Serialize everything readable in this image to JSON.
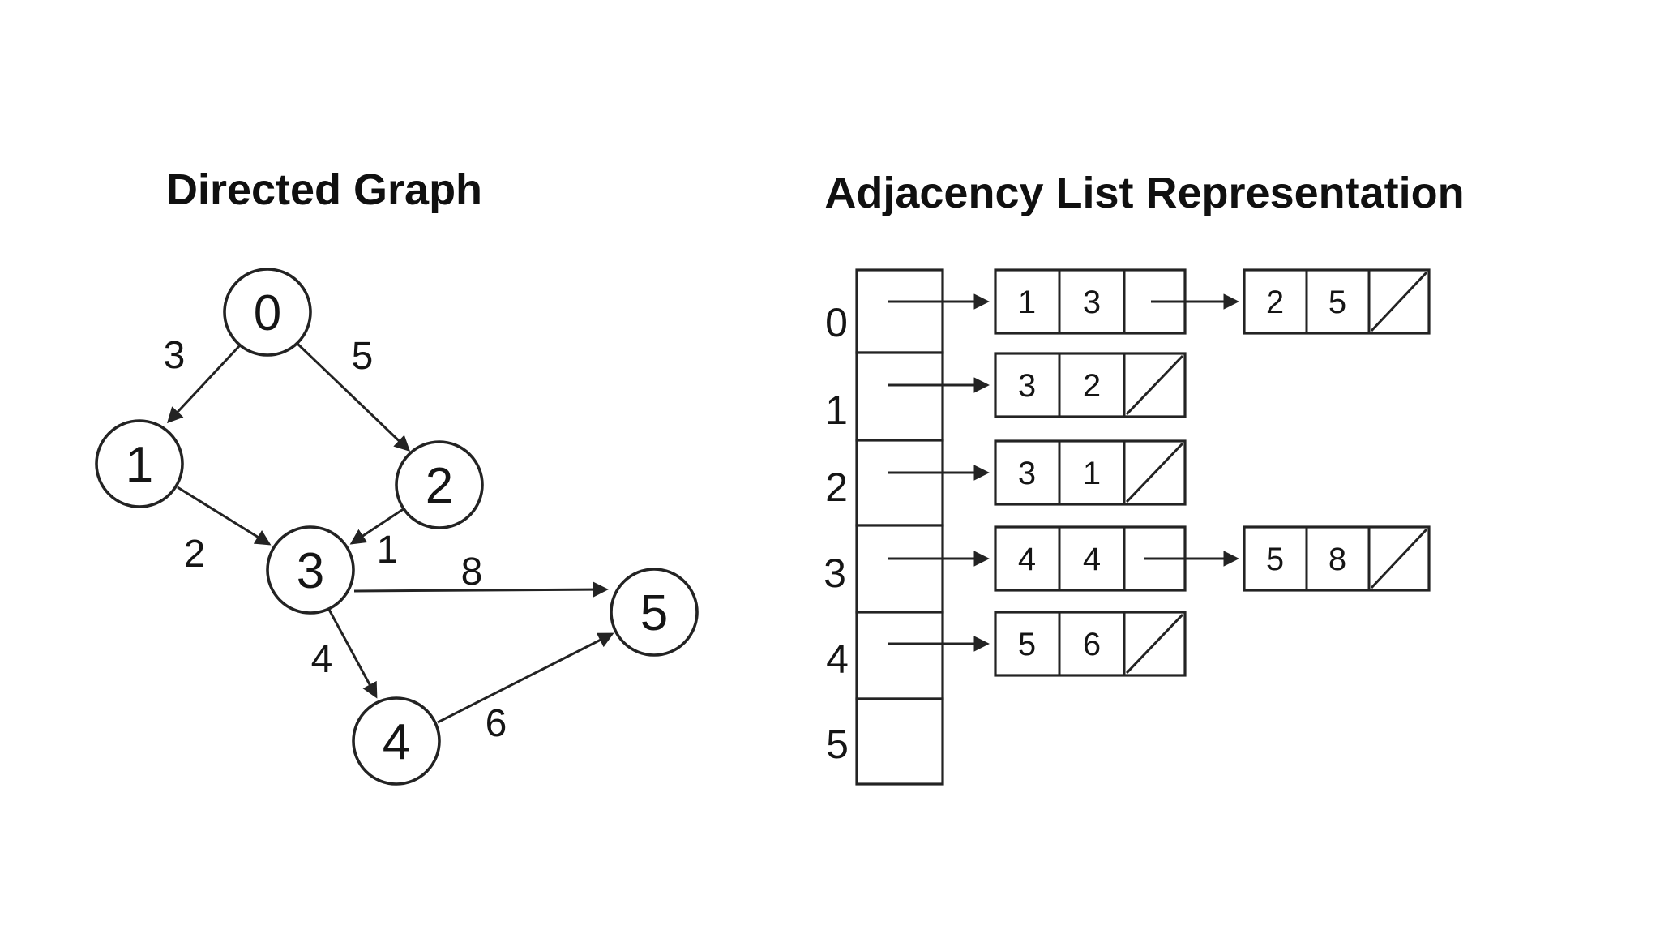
{
  "colors": {
    "ink": "#232323",
    "background": "#ffffff"
  },
  "left": {
    "title": "Directed Graph",
    "nodes": [
      "0",
      "1",
      "2",
      "3",
      "4",
      "5"
    ],
    "edges": [
      {
        "from": "0",
        "to": "1",
        "weight": "3"
      },
      {
        "from": "0",
        "to": "2",
        "weight": "5"
      },
      {
        "from": "1",
        "to": "3",
        "weight": "2"
      },
      {
        "from": "2",
        "to": "3",
        "weight": "1"
      },
      {
        "from": "3",
        "to": "5",
        "weight": "8"
      },
      {
        "from": "3",
        "to": "4",
        "weight": "4"
      },
      {
        "from": "4",
        "to": "5",
        "weight": "6"
      }
    ]
  },
  "right": {
    "title": "Adjacency List Representation",
    "array_labels": [
      "0",
      "1",
      "2",
      "3",
      "4",
      "5"
    ],
    "rows": [
      {
        "index": "0",
        "cells": [
          {
            "vertex": "1",
            "weight": "3",
            "next": "pointer"
          },
          {
            "vertex": "2",
            "weight": "5",
            "next": "null"
          }
        ]
      },
      {
        "index": "1",
        "cells": [
          {
            "vertex": "3",
            "weight": "2",
            "next": "null"
          }
        ]
      },
      {
        "index": "2",
        "cells": [
          {
            "vertex": "3",
            "weight": "1",
            "next": "null"
          }
        ]
      },
      {
        "index": "3",
        "cells": [
          {
            "vertex": "4",
            "weight": "4",
            "next": "pointer"
          },
          {
            "vertex": "5",
            "weight": "8",
            "next": "null"
          }
        ]
      },
      {
        "index": "4",
        "cells": [
          {
            "vertex": "5",
            "weight": "6",
            "next": "null"
          }
        ]
      },
      {
        "index": "5",
        "cells": []
      }
    ]
  }
}
